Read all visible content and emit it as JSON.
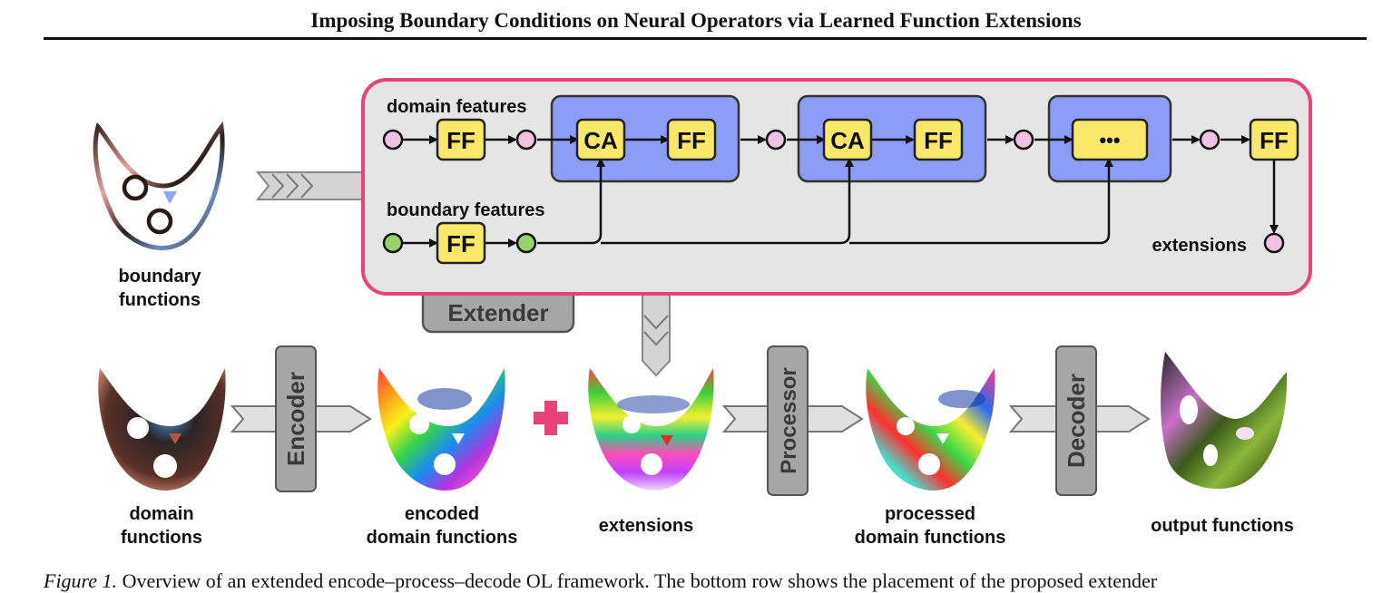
{
  "header": {
    "title": "Imposing Boundary Conditions on Neural Operators via Learned Function Extensions"
  },
  "extender": {
    "domain_features_label": "domain features",
    "boundary_features_label": "boundary features",
    "extensions_label": "extensions",
    "ff": "FF",
    "ca": "CA",
    "ellipsis": "•••",
    "tab_label": "Extender"
  },
  "pipeline": {
    "encoder": "Encoder",
    "processor": "Processor",
    "decoder": "Decoder"
  },
  "labels": {
    "boundary_functions": [
      "boundary",
      "functions"
    ],
    "domain_functions": [
      "domain",
      "functions"
    ],
    "encoded": [
      "encoded",
      "domain functions"
    ],
    "extensions": "extensions",
    "processed": [
      "processed",
      "domain functions"
    ],
    "output": "output functions"
  },
  "caption": {
    "prefix": "Figure 1.",
    "text": "Overview of an extended encode–process–decode OL framework. The bottom row shows the placement of the proposed extender"
  },
  "colors": {
    "pink_border": "#e8427a",
    "panel_bg": "#e5e5e5",
    "blue_block": "#8c9df8",
    "ff_yellow": "#fbe76a",
    "pink_node": "#f2c2e4",
    "green_node": "#98d26a",
    "stage_gray": "#a6a6a6",
    "plus_pink": "#e8427a"
  },
  "icons": [
    "triple-chevron-arrow",
    "down-chevron-arrow",
    "plus-icon",
    "pipeline-arrow"
  ]
}
